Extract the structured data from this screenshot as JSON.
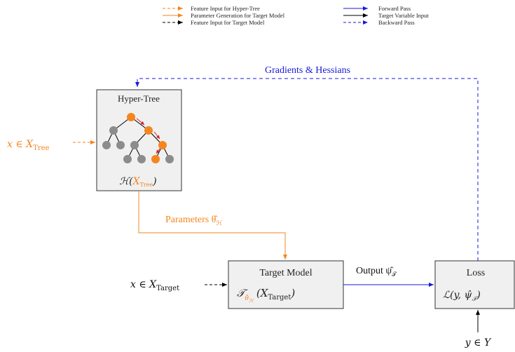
{
  "legend": {
    "items": [
      {
        "label": "Feature Input for Hyper-Tree",
        "color": "#f5861f",
        "style": "dashed"
      },
      {
        "label": "Parameter Generation for Target Model",
        "color": "#f5861f",
        "style": "solid"
      },
      {
        "label": "Feature Input for Target Model",
        "color": "#000000",
        "style": "dashed"
      },
      {
        "label": "Forward Pass",
        "color": "#1a1adb",
        "style": "solid"
      },
      {
        "label": "Target Variable Input",
        "color": "#000000",
        "style": "solid"
      },
      {
        "label": "Backward Pass",
        "color": "#1a1adb",
        "style": "dashed"
      }
    ]
  },
  "colors": {
    "orange": "#f5861f",
    "blue": "#1a1adb",
    "gray_node": "#8c8c8c",
    "box_fill": "#f0f0f0",
    "box_stroke": "#333333"
  },
  "hyper_tree": {
    "title": "Hyper-Tree",
    "formula_prefix": "ℋ(",
    "formula_arg": "X",
    "formula_sub": "Tree",
    "formula_suffix": ")",
    "input_label": "x ∈ X",
    "input_sub": "Tree"
  },
  "parameters": {
    "label": "Parameters θ̂",
    "sub": "ℋ"
  },
  "target_model": {
    "title": "Target Model",
    "formula_main": "𝒯",
    "formula_sub": "θ̂",
    "formula_subsub": "ℋ",
    "formula_arg_prefix": "(X",
    "formula_arg_sub": "Target",
    "formula_arg_suffix": ")",
    "input_label": "x ∈ X",
    "input_sub": "Target"
  },
  "output": {
    "label": "Output ψ̂",
    "sub": "𝒯"
  },
  "loss": {
    "title": "Loss",
    "formula": "ℒ(y, ψ̂",
    "formula_sub": "𝒯",
    "formula_suffix": ")",
    "input_label": "y ∈ Y"
  },
  "gradients": {
    "label": "Gradients & Hessians"
  }
}
